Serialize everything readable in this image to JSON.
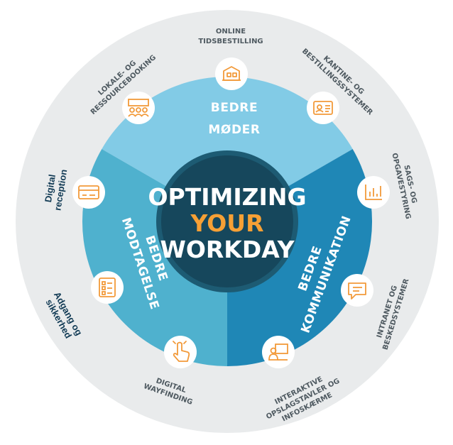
{
  "center": {
    "line1": "OPTIMIZING",
    "line2": "YOUR",
    "line3": "WORKDAY"
  },
  "segments": {
    "top": {
      "lines": [
        "BEDRE",
        "MØDER"
      ]
    },
    "left": {
      "lines": [
        "BEDRE",
        "MODTAGELSE"
      ]
    },
    "right": {
      "lines": [
        "BEDRE",
        "KOMMUNIKATION"
      ]
    }
  },
  "items": [
    {
      "lines": [
        "ONLINE",
        "TIDSBESTILLING"
      ],
      "icon": "building-icon"
    },
    {
      "lines": [
        "KANTINE- OG",
        "BESTILLINGSSYSTEMER"
      ],
      "icon": "id-card-icon"
    },
    {
      "lines": [
        "SAGS- OG",
        "OPGAVESTYRING"
      ],
      "icon": "bar-chart-icon"
    },
    {
      "lines": [
        "INTRANET OG",
        "BESKEDSYSTEMER"
      ],
      "icon": "chat-message-icon"
    },
    {
      "lines": [
        "INTERAKTIVE",
        "OPSLAGSTAVLER OG",
        "INFOSKÆRME"
      ],
      "icon": "presenter-board-icon"
    },
    {
      "lines": [
        "DIGITAL",
        "WAYFINDING"
      ],
      "icon": "pointing-hand-icon"
    },
    {
      "lines": [
        "Adgang og",
        "sikkerhed"
      ],
      "icon": "checklist-icon"
    },
    {
      "lines": [
        "Digital",
        "reception"
      ],
      "icon": "access-card-icon"
    },
    {
      "lines": [
        "LOKALE- OG",
        "RESSOURCEBOOKING"
      ],
      "icon": "meeting-people-icon"
    }
  ],
  "colors": {
    "outer_ring": "#eaeced",
    "segment_top": "#82cbe6",
    "segment_left": "#4fb1ce",
    "segment_right": "#1f87b6",
    "center_dark": "#16475c",
    "center_highlight": "#f7a035",
    "icon_orange": "#f29a3a",
    "label_dark": "#123b55"
  }
}
